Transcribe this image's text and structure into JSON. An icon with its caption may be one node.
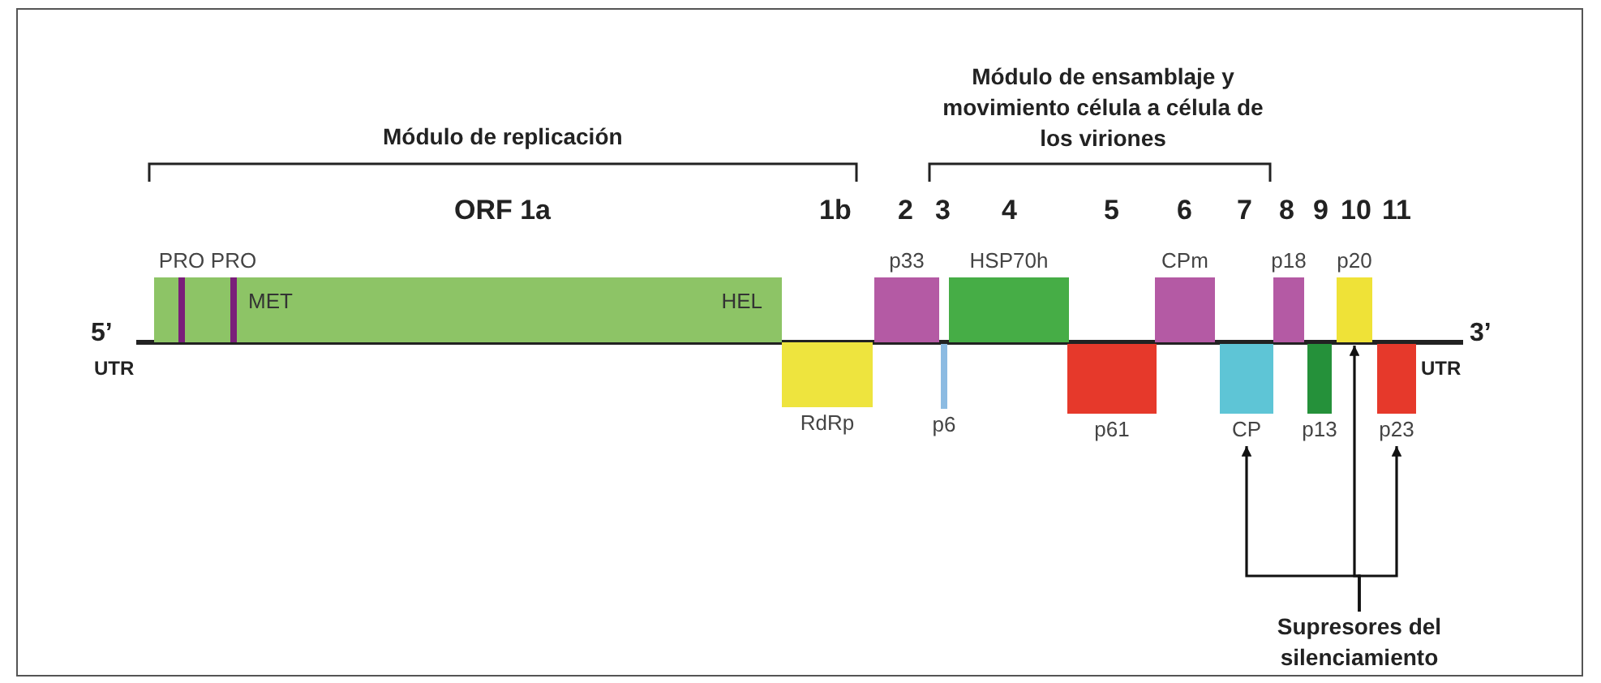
{
  "diagram": {
    "nodes": [
      {
        "text": [
          "MET",
          "HEL"
        ]
      },
      {
        "text": [
          "PRO"
        ],
        "in": 0
      },
      {
        "text": [
          "PRO"
        ],
        "in": 0
      },
      {
        "text": [
          "RdRp"
        ]
      },
      {
        "text": [
          "p33"
        ]
      },
      {
        "text": [
          "p6"
        ]
      },
      {
        "text": [
          "HSP70h"
        ]
      },
      {
        "text": [
          "p61"
        ]
      },
      {
        "text": [
          "CPm"
        ]
      },
      {
        "text": [
          "CP"
        ]
      },
      {
        "text": [
          "p18"
        ]
      },
      {
        "text": [
          "p13"
        ]
      },
      {
        "text": [
          "p20"
        ]
      },
      {
        "text": [
          "p23"
        ]
      },
      {
        "text": [
          "Supresores del silenciamiento"
        ]
      }
    ],
    "edges": [
      {
        "from": 14,
        "to": 9,
        "arrow": "to"
      },
      {
        "from": 14,
        "to": 12,
        "arrow": "to"
      },
      {
        "from": 14,
        "to": 13,
        "arrow": "to"
      }
    ],
    "labels": [
      "Módulo de ensamblaje y movimiento célula a célula de los viriones",
      "Módulo de replicación",
      "ORF 1a",
      "1b",
      "2",
      "3",
      "4",
      "5",
      "6",
      "7",
      "8",
      "9",
      "10",
      "11",
      "5’",
      "3’",
      "UTR",
      "UTR"
    ]
  }
}
